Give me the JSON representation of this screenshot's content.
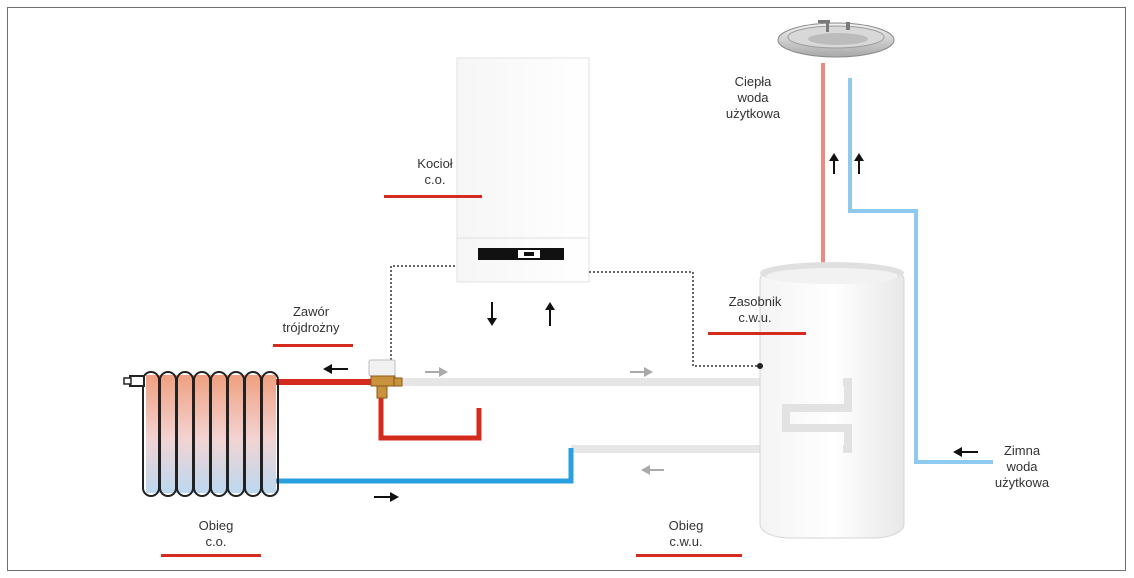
{
  "labels": {
    "boiler": {
      "line1": "Kocioł",
      "line2": "c.o."
    },
    "valve": {
      "line1": "Zawór",
      "line2": "trójdrożny"
    },
    "tank": {
      "line1": "Zasobnik",
      "line2": "c.w.u."
    },
    "hot_water": {
      "line1": "Ciepła",
      "line2": "woda",
      "line3": "użytkowa"
    },
    "cold_water": {
      "line1": "Zimna",
      "line2": "woda",
      "line3": "użytkowa"
    },
    "heating_circuit": {
      "line1": "Obieg",
      "line2": "c.o."
    },
    "dhw_circuit": {
      "line1": "Obieg",
      "line2": "c.w.u."
    }
  },
  "colors": {
    "hot_pipe": "#d52b1e",
    "cold_pipe": "#2a9fe0",
    "inactive_pipe": "#e6e6e6",
    "label_underline": "#d52b1e",
    "control_wire": "#333333"
  },
  "icons": [
    "radiator-icon",
    "boiler-icon",
    "three-way-valve-icon",
    "storage-tank-icon",
    "washbasin-icon",
    "flow-arrow-icon"
  ]
}
